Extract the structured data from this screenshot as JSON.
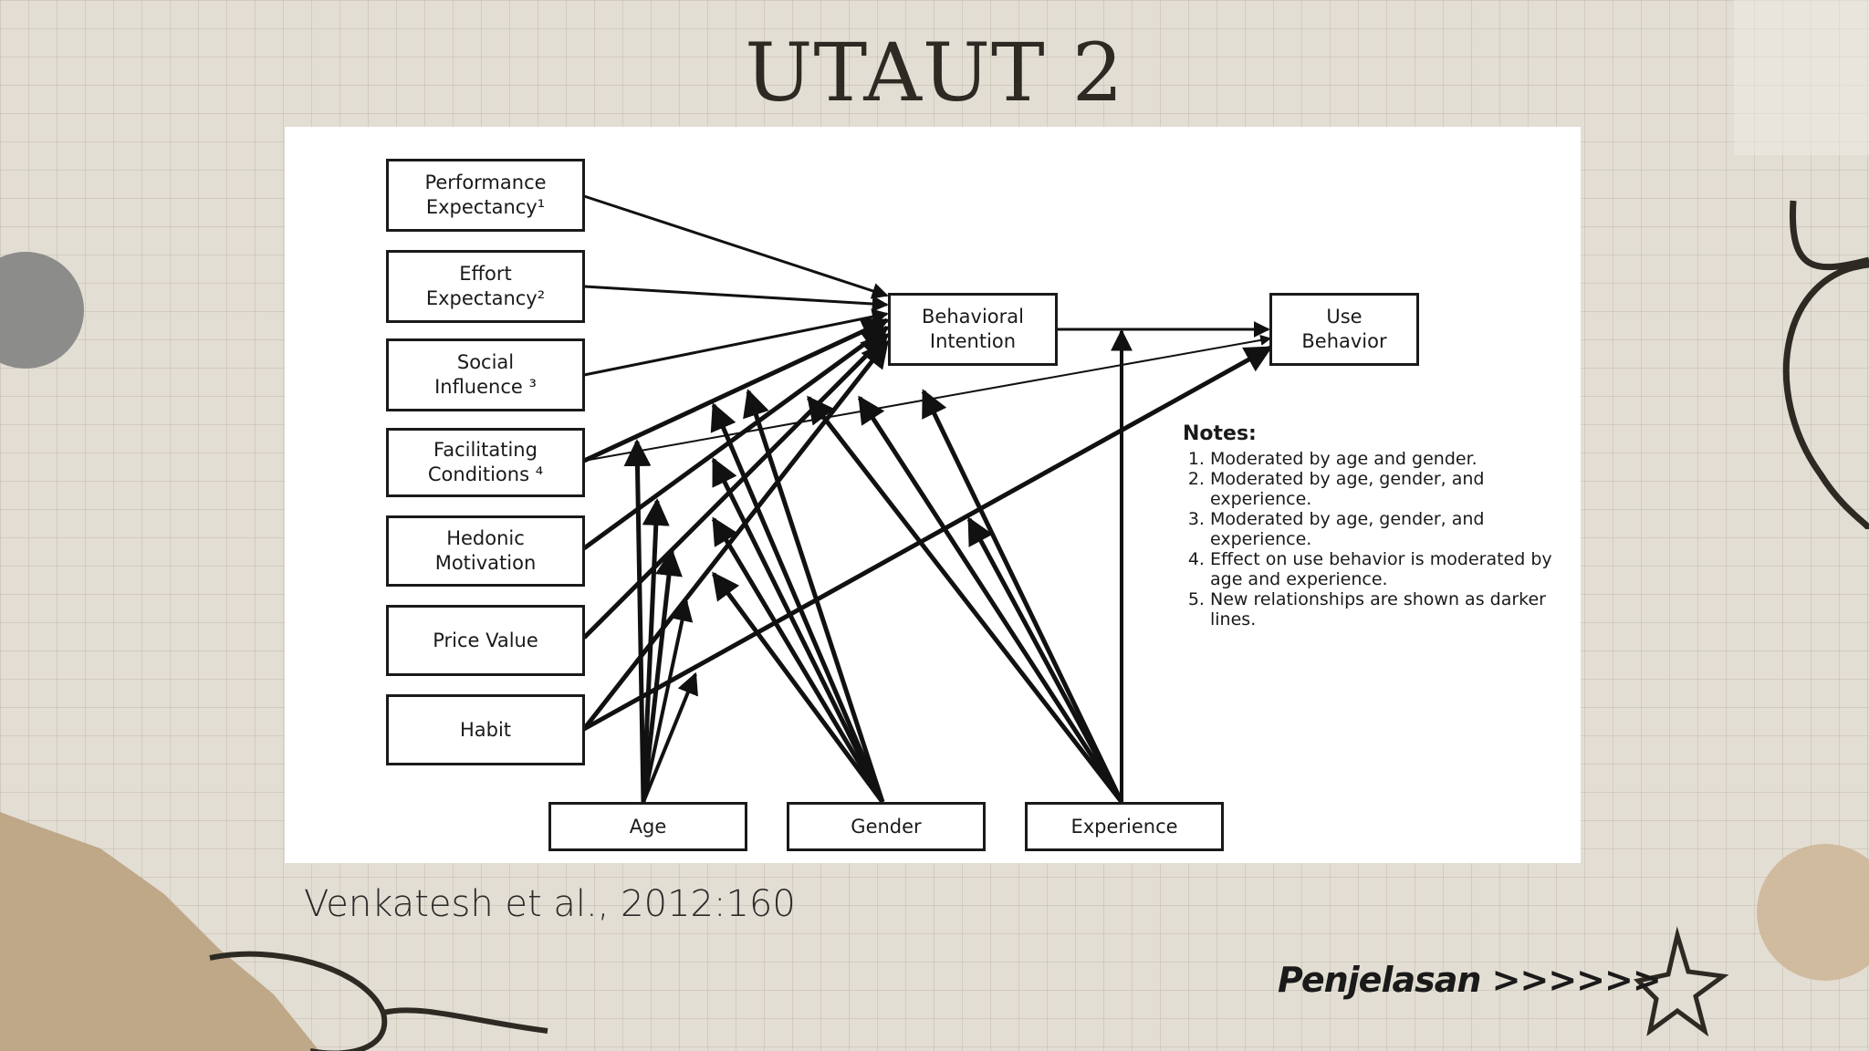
{
  "slide": {
    "title": "UTAUT 2",
    "citation": "Venkatesh et al., 2012:160",
    "next_link": "Penjelasan >>>>>>"
  },
  "diagram": {
    "constructs": [
      {
        "id": "pe",
        "label": "Performance\nExpectancy¹"
      },
      {
        "id": "ee",
        "label": "Effort\nExpectancy²"
      },
      {
        "id": "si",
        "label": "Social\nInfluence ³"
      },
      {
        "id": "fc",
        "label": "Facilitating\nConditions ⁴"
      },
      {
        "id": "hm",
        "label": "Hedonic\nMotivation"
      },
      {
        "id": "pv",
        "label": "Price Value"
      },
      {
        "id": "hb",
        "label": "Habit"
      }
    ],
    "behavioral_intention": "Behavioral\nIntention",
    "use_behavior": "Use\nBehavior",
    "moderators": [
      {
        "id": "age",
        "label": "Age"
      },
      {
        "id": "gender",
        "label": "Gender"
      },
      {
        "id": "experience",
        "label": "Experience"
      }
    ],
    "notes_title": "Notes:",
    "notes": [
      "Moderated by age and gender.",
      "Moderated by age, gender, and experience.",
      "Moderated by age, gender, and experience.",
      "Effect on use behavior is moderated by age and experience.",
      "New relationships are shown as darker lines."
    ]
  }
}
